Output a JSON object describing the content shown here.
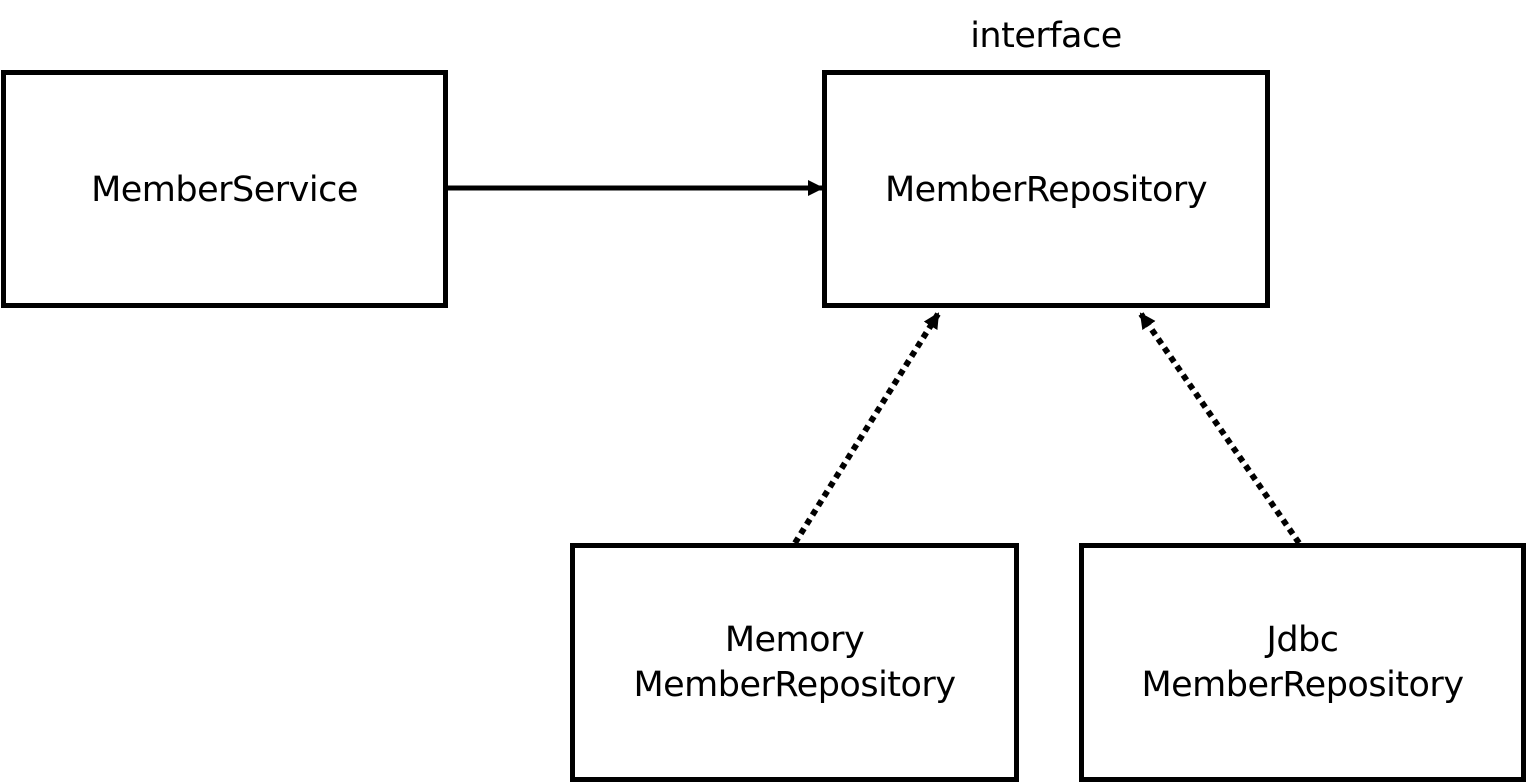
{
  "diagram": {
    "stereotype": "interface",
    "nodes": {
      "service": {
        "lines": [
          "MemberService"
        ]
      },
      "repository": {
        "lines": [
          "MemberRepository"
        ]
      },
      "memory": {
        "lines": [
          "Memory",
          "MemberRepository"
        ]
      },
      "jdbc": {
        "lines": [
          "Jdbc",
          "MemberRepository"
        ]
      }
    },
    "edges": [
      {
        "from": "service",
        "to": "repository",
        "style": "solid"
      },
      {
        "from": "memory",
        "to": "repository",
        "style": "dotted"
      },
      {
        "from": "jdbc",
        "to": "repository",
        "style": "dotted"
      }
    ],
    "colors": {
      "stroke": "#000000",
      "background": "#ffffff"
    }
  }
}
